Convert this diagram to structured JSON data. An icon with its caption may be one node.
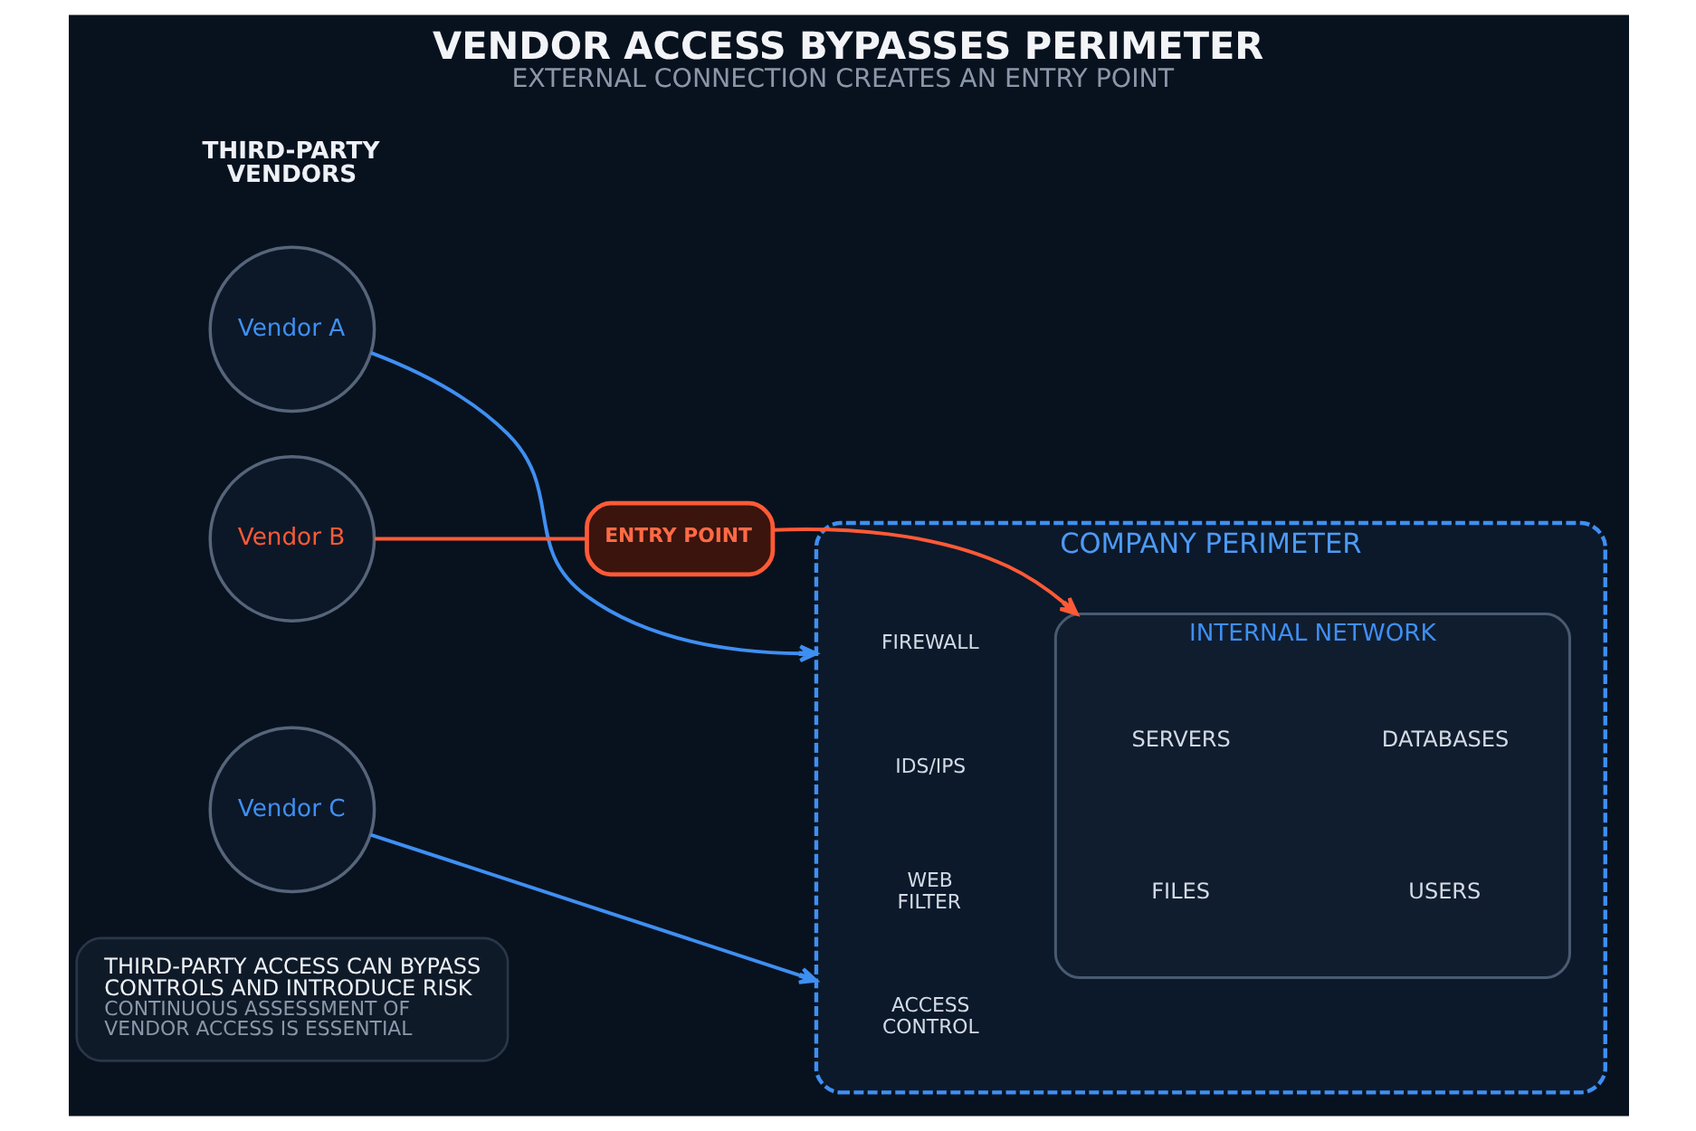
{
  "diagram": {
    "title": "VENDOR ACCESS BYPASSES PERIMETER",
    "caption": "EXTERNAL CONNECTION CREATES AN ENTRY POINT",
    "nodes": [
      {
        "text": [
          "Vendor A"
        ]
      },
      {
        "text": [
          "Vendor B"
        ]
      },
      {
        "text": [
          "Vendor C"
        ]
      },
      {
        "text": [
          "COMPANY PERIMETER"
        ]
      },
      {
        "text": [
          "FIREWALL"
        ],
        "in": 3
      },
      {
        "text": [
          "IDS/IPS"
        ],
        "in": 3
      },
      {
        "text": [
          "ENTRY POINT"
        ]
      },
      {
        "text": [
          "WEB FILTER"
        ],
        "in": 3
      },
      {
        "text": [
          "ACCESS CONTROL"
        ],
        "in": 3
      },
      {
        "text": [
          "INTERNAL NETWORK"
        ],
        "in": 3
      },
      {
        "text": [
          "SERVERS"
        ],
        "in": 9
      },
      {
        "text": [
          "DATABASES"
        ],
        "in": 9
      },
      {
        "text": [
          "FILES"
        ],
        "in": 9
      },
      {
        "text": [
          "USERS"
        ],
        "in": 9
      },
      {
        "text": [
          "THIRD-PARTY ACCESS CAN BYPASS CONTROLS AND INTRODUCE RISK",
          "CONTINUOUS ASSESSMENT OF VENDOR ACCESS IS ESSENTIAL"
        ]
      }
    ],
    "edges": [
      {
        "from": 0,
        "to": 3,
        "arrow": "to",
        "color": "#3f8ff2"
      },
      {
        "from": 1,
        "to": 6,
        "arrow": "none",
        "color": "#ff5a36"
      },
      {
        "from": 6,
        "to": 9,
        "arrow": "to",
        "color": "#ff5a36"
      },
      {
        "from": 2,
        "to": 3,
        "arrow": "to",
        "color": "#3f8ff2"
      }
    ],
    "labels": [
      "THIRD-PARTY VENDORS"
    ]
  }
}
